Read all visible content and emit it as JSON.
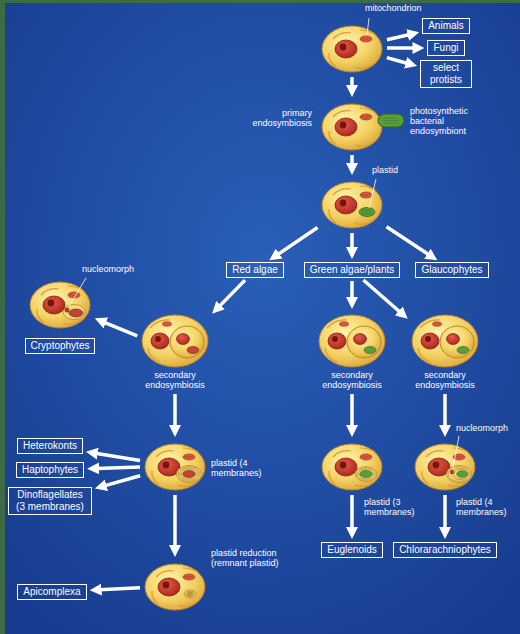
{
  "diagram": {
    "nodes": [
      {
        "text": [
          "mitochondrion"
        ]
      },
      {
        "text": [
          "Animals"
        ]
      },
      {
        "text": [
          "Fungi"
        ]
      },
      {
        "text": [
          "select protists"
        ]
      },
      {
        "text": [
          "primary endosymbiosis",
          "photosynthetic bacterial endosymbiont"
        ]
      },
      {
        "text": [
          "plastid"
        ]
      },
      {
        "text": [
          "nucleomorph"
        ]
      },
      {
        "text": [
          "Red algae"
        ]
      },
      {
        "text": [
          "Green algae/plants"
        ]
      },
      {
        "text": [
          "Glaucophytes"
        ]
      },
      {
        "text": [
          "Cryptophytes"
        ]
      },
      {
        "text": [
          "secondary endosymbiosis"
        ]
      },
      {
        "text": [
          "secondary endosymbiosis"
        ]
      },
      {
        "text": [
          "secondary endosymbiosis"
        ]
      },
      {
        "text": [
          "Heterokonts"
        ]
      },
      {
        "text": [
          "Haptophytes"
        ]
      },
      {
        "text": [
          "Dinoflagellates (3 membranes)"
        ]
      },
      {
        "text": [
          "plastid (4 membranes)"
        ]
      },
      {
        "text": [
          "plastid (3 membranes)"
        ]
      },
      {
        "text": [
          "nucleomorph",
          "plastid (4 membranes)"
        ]
      },
      {
        "text": [
          "plastid reduction (remnant plastid)"
        ]
      },
      {
        "text": [
          "Apicomplexa"
        ]
      },
      {
        "text": [
          "Euglenoids"
        ]
      },
      {
        "text": [
          "Chlorarachniophytes"
        ]
      }
    ],
    "edges": [
      {
        "from": 0,
        "to": 1,
        "arrow": "to"
      },
      {
        "from": 0,
        "to": 2,
        "arrow": "to"
      },
      {
        "from": 0,
        "to": 3,
        "arrow": "to"
      },
      {
        "from": 0,
        "to": 4,
        "arrow": "to"
      },
      {
        "from": 4,
        "to": 5,
        "arrow": "to"
      },
      {
        "from": 5,
        "to": 7,
        "arrow": "to"
      },
      {
        "from": 5,
        "to": 8,
        "arrow": "to"
      },
      {
        "from": 5,
        "to": 9,
        "arrow": "to"
      },
      {
        "from": 7,
        "to": 11,
        "arrow": "to"
      },
      {
        "from": 11,
        "to": 6,
        "arrow": "to"
      },
      {
        "from": 8,
        "to": 12,
        "arrow": "to"
      },
      {
        "from": 8,
        "to": 13,
        "arrow": "to"
      },
      {
        "from": 11,
        "to": 17,
        "arrow": "to"
      },
      {
        "from": 12,
        "to": 18,
        "arrow": "to"
      },
      {
        "from": 13,
        "to": 19,
        "arrow": "to"
      },
      {
        "from": 17,
        "to": 14,
        "arrow": "to"
      },
      {
        "from": 17,
        "to": 15,
        "arrow": "to"
      },
      {
        "from": 17,
        "to": 16,
        "arrow": "to"
      },
      {
        "from": 17,
        "to": 20,
        "arrow": "to"
      },
      {
        "from": 20,
        "to": 21,
        "arrow": "to"
      },
      {
        "from": 18,
        "to": 22,
        "arrow": "to"
      },
      {
        "from": 19,
        "to": 23,
        "arrow": "to"
      }
    ]
  }
}
